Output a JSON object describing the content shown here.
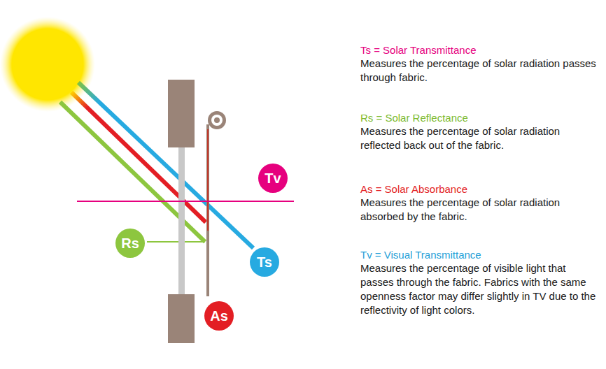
{
  "diagram": {
    "nodes": [
      {
        "text": [
          "Tv"
        ]
      },
      {
        "text": [
          "Rs"
        ]
      },
      {
        "text": [
          "Ts"
        ]
      },
      {
        "text": [
          "As"
        ]
      }
    ],
    "labels": [
      "Ts = Solar Transmittance",
      "Measures the percentage of solar radiation passes through fabric.",
      "Rs = Solar Reflectance",
      "Measures the percentage of solar radiation reflected back out of the fabric.",
      "As = Solar Absorbance",
      "Measures the percentage of solar radiation absorbed by the fabric.",
      "Tv = Visual Transmittance",
      "Measures the percentage of visible light that passes through the fabric. Fabrics with the same openness factor may differ slightly in TV due to the reflectivity of light colors."
    ]
  }
}
